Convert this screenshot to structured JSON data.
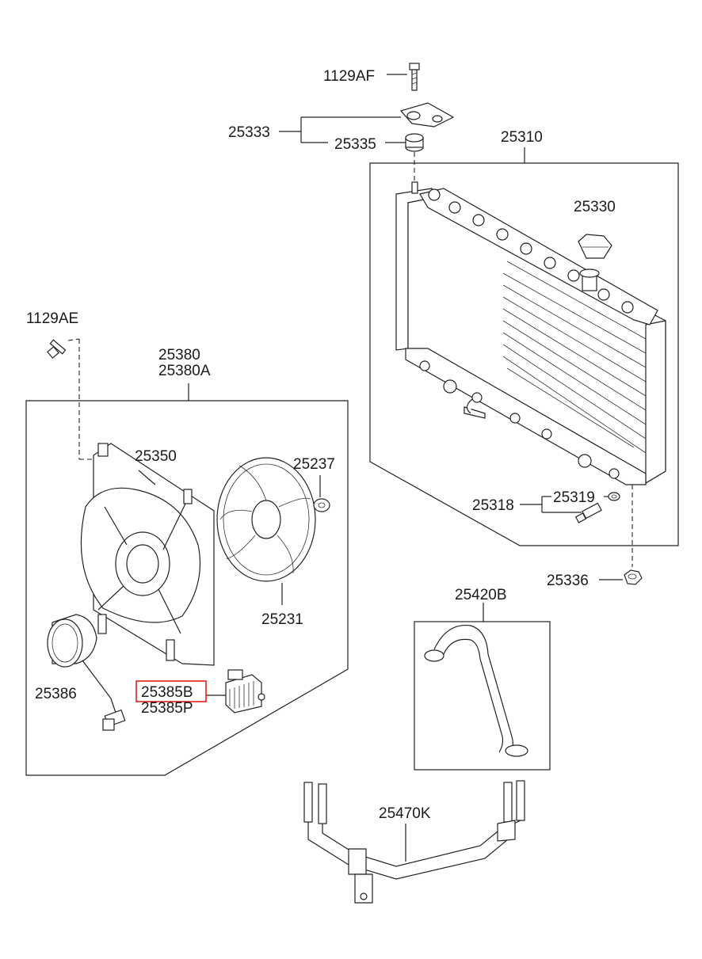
{
  "labels": {
    "p_1129AF": "1129AF",
    "p_25333": "25333",
    "p_25335": "25335",
    "p_25310": "25310",
    "p_25330": "25330",
    "p_1129AE": "1129AE",
    "p_25380": "25380",
    "p_25380A": "25380A",
    "p_25350": "25350",
    "p_25237": "25237",
    "p_25231": "25231",
    "p_25386": "25386",
    "p_25385B": "25385B",
    "p_25385P": "25385P",
    "p_25318": "25318",
    "p_25319": "25319",
    "p_25336": "25336",
    "p_25420B": "25420B",
    "p_25470K": "25470K"
  },
  "highlight": {
    "part": "25385B",
    "color": "#e02020"
  }
}
